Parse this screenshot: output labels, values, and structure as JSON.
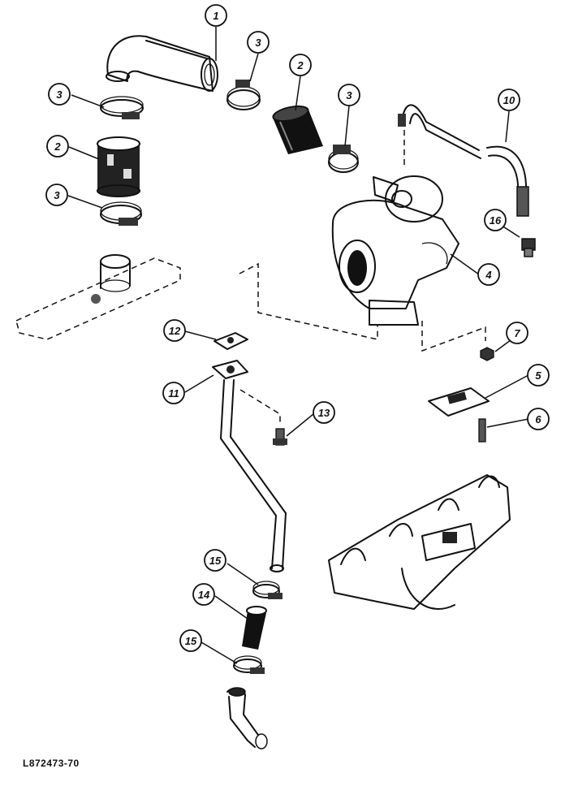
{
  "figure_id": "L872473-70",
  "callouts": [
    {
      "number": "1"
    },
    {
      "number": "2"
    },
    {
      "number": "3"
    },
    {
      "number": "3"
    },
    {
      "number": "2"
    },
    {
      "number": "3"
    },
    {
      "number": "10"
    },
    {
      "number": "3"
    },
    {
      "number": "16"
    },
    {
      "number": "4"
    },
    {
      "number": "12"
    },
    {
      "number": "7"
    },
    {
      "number": "5"
    },
    {
      "number": "11"
    },
    {
      "number": "13"
    },
    {
      "number": "6"
    },
    {
      "number": "15"
    },
    {
      "number": "14"
    },
    {
      "number": "15"
    }
  ],
  "parts": [
    "elbow-hose",
    "hose-clamp",
    "hose-sleeve",
    "turbocharger",
    "gasket",
    "stud",
    "nut",
    "oil-supply-line",
    "oil-drain-tube",
    "drain-tube-gasket",
    "bolt",
    "drain-hose",
    "fitting",
    "exhaust-manifold",
    "intake-plate",
    "drain-elbow"
  ]
}
